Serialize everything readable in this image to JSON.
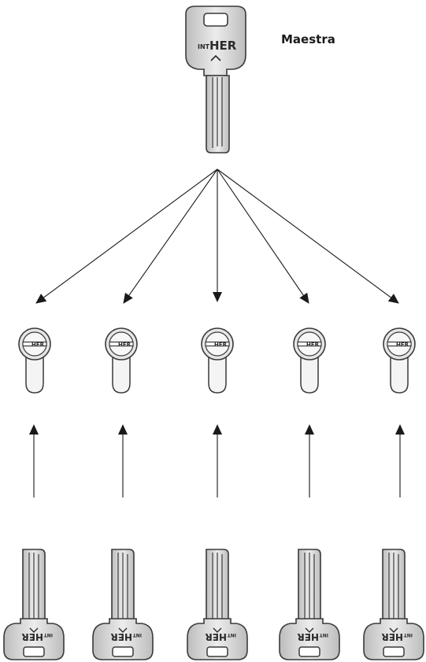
{
  "master_key": {
    "label": "Maestra",
    "brand_prefix": "INT",
    "brand_main": "HER"
  },
  "cylinders": [
    {
      "name": "cylinder-1"
    },
    {
      "name": "cylinder-2"
    },
    {
      "name": "cylinder-3"
    },
    {
      "name": "cylinder-4"
    },
    {
      "name": "cylinder-5"
    }
  ],
  "individual_keys": [
    {
      "name": "key-1"
    },
    {
      "name": "key-2"
    },
    {
      "name": "key-3"
    },
    {
      "name": "key-4"
    },
    {
      "name": "key-5"
    }
  ],
  "colors": {
    "line": "#1a1a1a",
    "key_fill": "#d4d4d4",
    "key_stroke": "#3a3a3a",
    "cylinder_fill": "#e6e6e6"
  }
}
